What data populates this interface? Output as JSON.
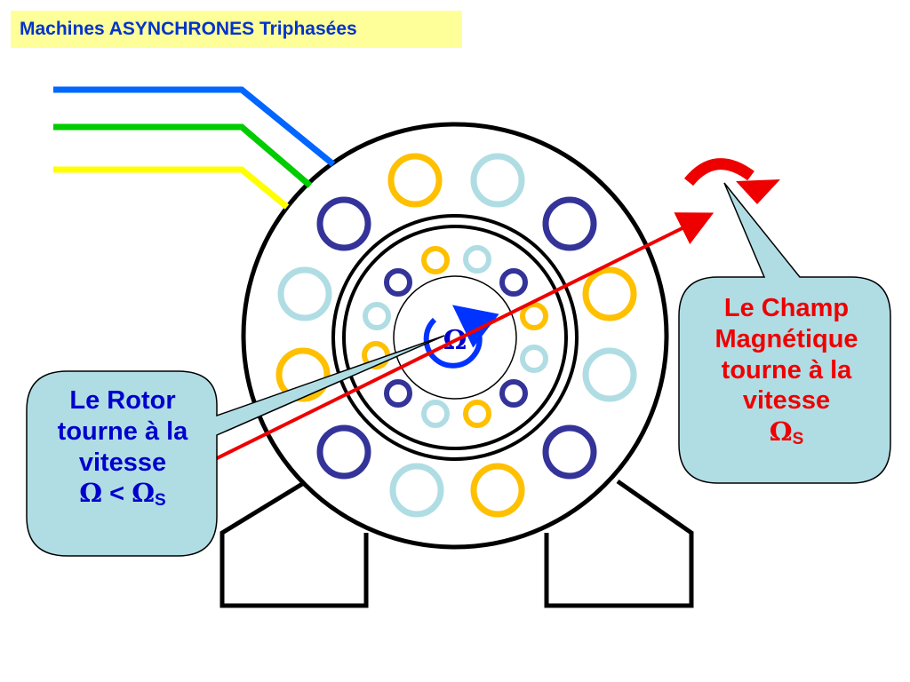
{
  "header": {
    "title": "Machines ASYNCHRONES Triphasées"
  },
  "rotor": {
    "symbol": "Ω",
    "callout_lines": [
      "Le Rotor",
      "tourne à la",
      "vitesse"
    ],
    "formula": {
      "left": "Ω",
      "operator": " < ",
      "right": "Ω",
      "subscript": "S"
    }
  },
  "field": {
    "callout_lines": [
      "Le Champ",
      "Magnétique",
      "tourne à la",
      "vitesse"
    ],
    "formula": {
      "symbol": "Ω",
      "subscript": "S"
    }
  },
  "colors": {
    "phase_blue": "#0066ff",
    "phase_green": "#00cc00",
    "phase_yellow": "#ffff00",
    "coil_navy": "#333399",
    "coil_lightblue": "#b0dde4",
    "coil_gold": "#ffc000",
    "field_arrow": "#ee0000",
    "callout_fill": "#b0dde4",
    "rotor_arrow": "#0033ff"
  }
}
